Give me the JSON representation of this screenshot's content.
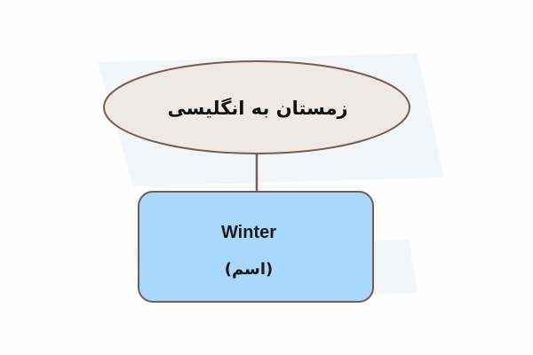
{
  "diagram": {
    "top_node": {
      "label": "زمستان به انگلیسی",
      "fill": "#efe9e6",
      "stroke": "#7a5a52"
    },
    "bottom_node": {
      "word": "Winter",
      "note": "(اسم)",
      "fill": "#a9d8fc",
      "stroke": "#7a5a52"
    },
    "connector_color": "#7a5a52"
  }
}
